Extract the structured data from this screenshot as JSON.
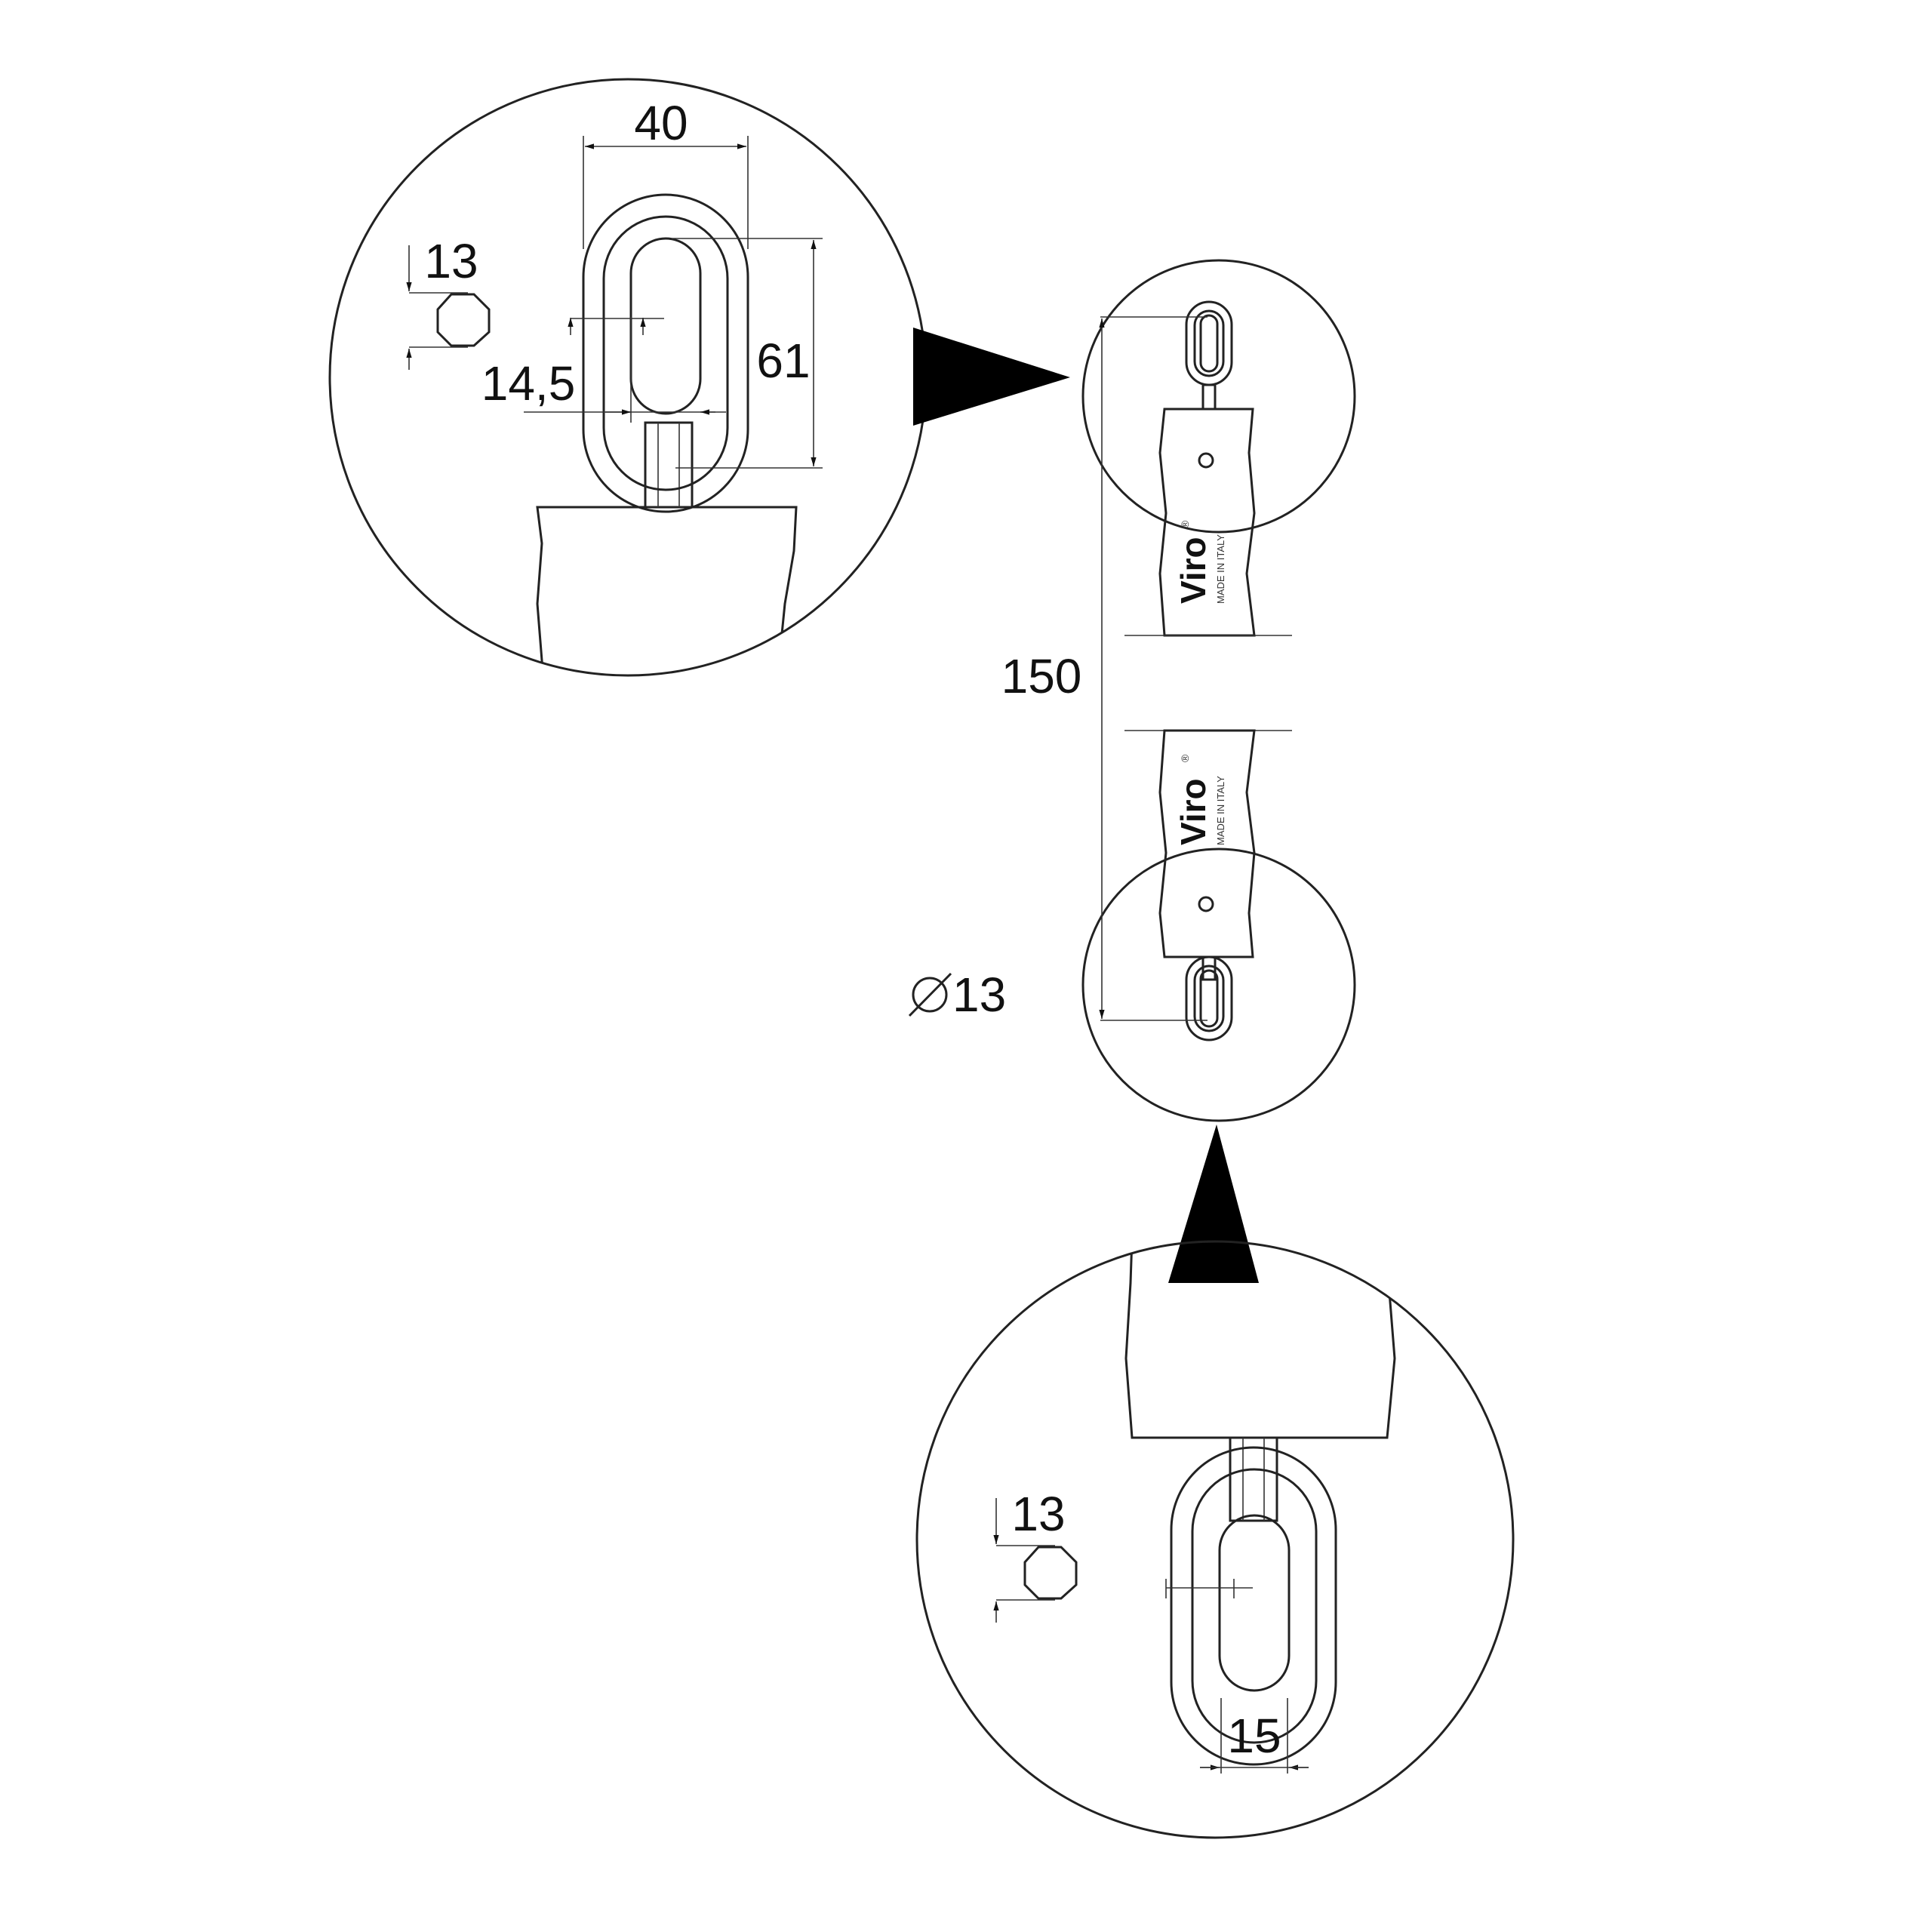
{
  "dimensions": {
    "top_detail": {
      "link_outer_width": "40",
      "link_height": "61",
      "link_inner_width": "14,5",
      "section_size": "13"
    },
    "overall": {
      "length": "150",
      "diameter": "13"
    },
    "bottom_detail": {
      "section_size": "13",
      "pin_spacing": "15"
    }
  },
  "branding": {
    "logo_text": "Viro",
    "registered": "®",
    "origin_text": "MADE IN ITALY"
  },
  "colors": {
    "line": "#222222",
    "arrow": "#000000",
    "background": "#ffffff"
  }
}
